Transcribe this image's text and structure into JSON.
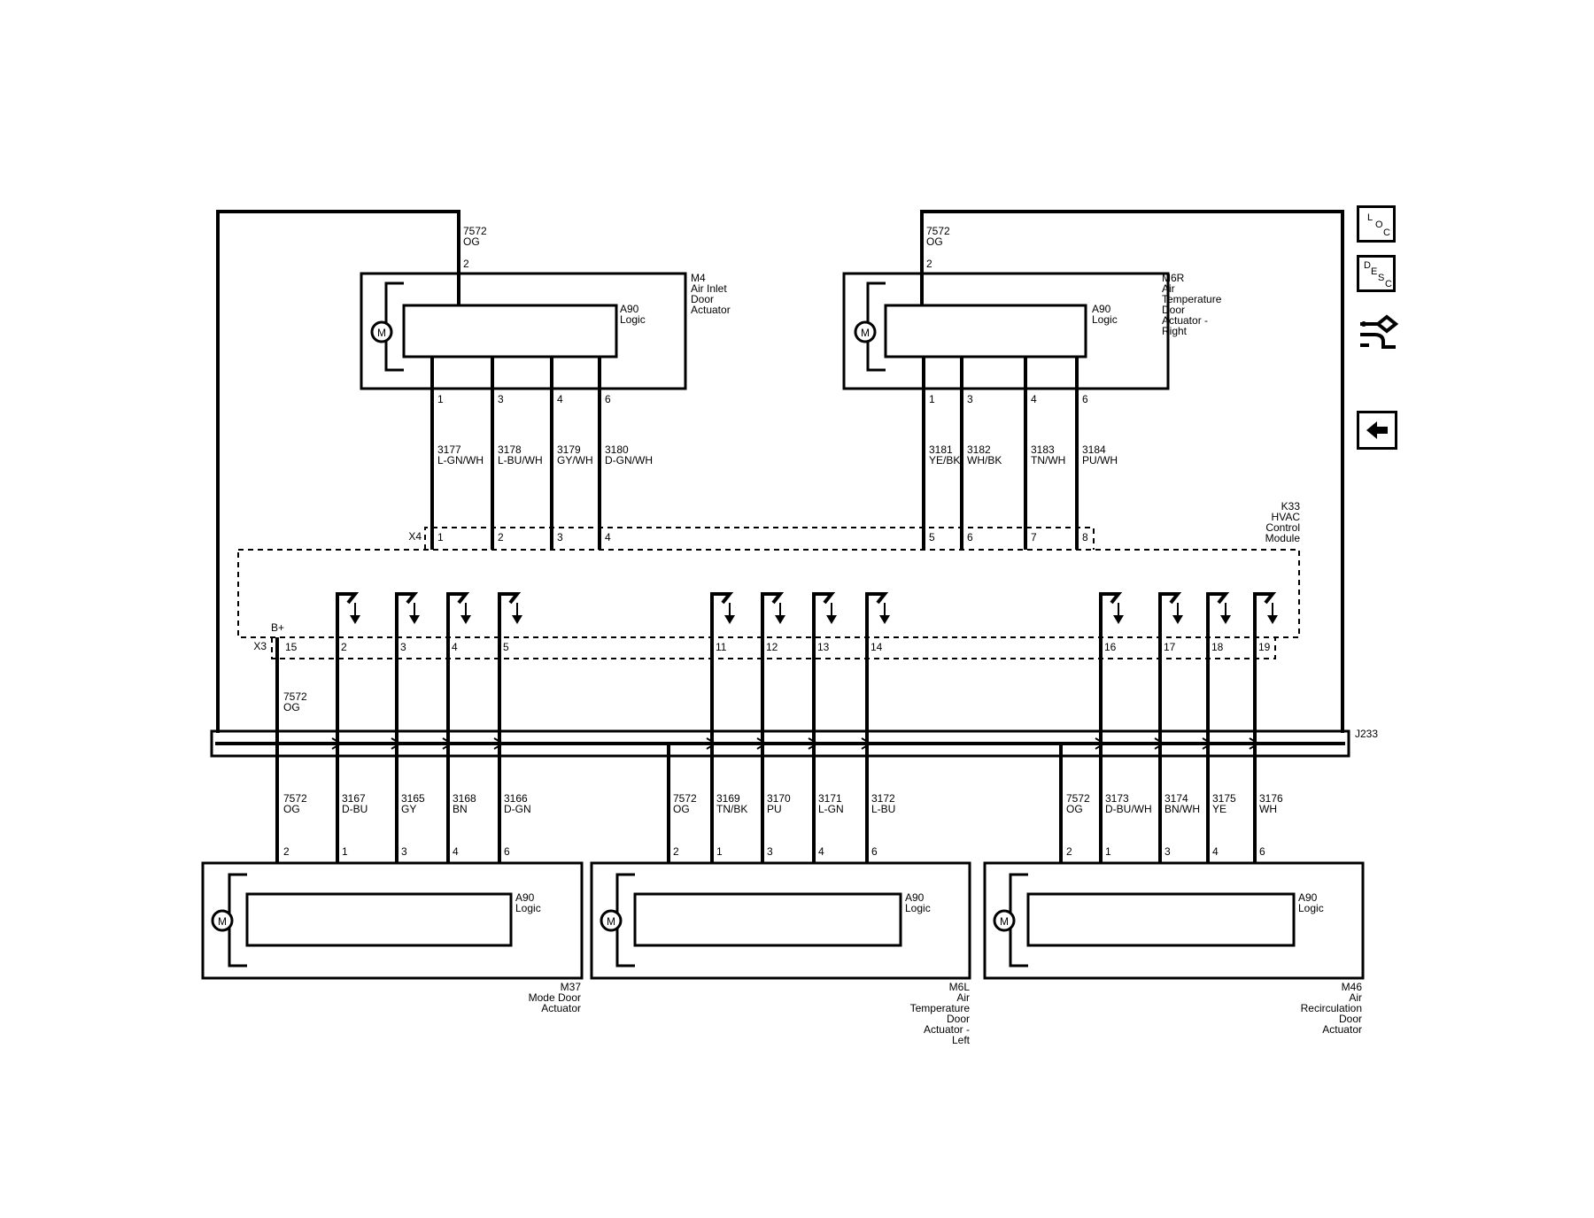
{
  "nav": {
    "loc_letters": [
      "L",
      "O",
      "C"
    ],
    "desc_letters": [
      "D",
      "E",
      "S",
      "C"
    ],
    "icons": [
      "loc-icon",
      "desc-icon",
      "harness-link-icon",
      "back-arrow-icon"
    ]
  },
  "upper_left_actuator": {
    "ref": "M4",
    "name_lines": [
      "Air Inlet",
      "Door",
      "Actuator"
    ],
    "logic_ref": "A90",
    "logic_label": "Logic",
    "motor_label": "M",
    "supply": {
      "circuit": "7572",
      "color": "OG",
      "pin": "2"
    },
    "pins": [
      "1",
      "3",
      "4",
      "6"
    ],
    "wires": [
      {
        "circuit": "3177",
        "color": "L-GN/WH"
      },
      {
        "circuit": "3178",
        "color": "L-BU/WH"
      },
      {
        "circuit": "3179",
        "color": "GY/WH"
      },
      {
        "circuit": "3180",
        "color": "D-GN/WH"
      }
    ]
  },
  "upper_right_actuator": {
    "ref": "M6R",
    "name_lines": [
      "Air",
      "Temperature",
      "Door",
      "Actuator -",
      "Right"
    ],
    "logic_ref": "A90",
    "logic_label": "Logic",
    "motor_label": "M",
    "supply": {
      "circuit": "7572",
      "color": "OG",
      "pin": "2"
    },
    "pins": [
      "1",
      "3",
      "4",
      "6"
    ],
    "wires": [
      {
        "circuit": "3181",
        "color": "YE/BK"
      },
      {
        "circuit": "3182",
        "color": "WH/BK"
      },
      {
        "circuit": "3183",
        "color": "TN/WH"
      },
      {
        "circuit": "3184",
        "color": "PU/WH"
      }
    ]
  },
  "control_module": {
    "ref": "K33",
    "name_lines": [
      "HVAC",
      "Control",
      "Module"
    ],
    "x4_label": "X4",
    "x4_pins": [
      "1",
      "2",
      "3",
      "4",
      "5",
      "6",
      "7",
      "8"
    ],
    "x3_label": "X3",
    "x3_pins": [
      "15",
      "2",
      "3",
      "4",
      "5",
      "11",
      "12",
      "13",
      "14",
      "16",
      "17",
      "18",
      "19"
    ],
    "supply_label": "B+",
    "supply_wire": {
      "circuit": "7572",
      "color": "OG"
    }
  },
  "splice": {
    "ref": "J233"
  },
  "lower_actuators": [
    {
      "ref": "M37",
      "name_lines": [
        "Mode Door",
        "Actuator"
      ],
      "logic_ref": "A90",
      "logic_label": "Logic",
      "motor_label": "M",
      "pins": [
        "2",
        "1",
        "3",
        "4",
        "6"
      ],
      "wires": [
        {
          "circuit": "7572",
          "color": "OG"
        },
        {
          "circuit": "3167",
          "color": "D-BU"
        },
        {
          "circuit": "3165",
          "color": "GY"
        },
        {
          "circuit": "3168",
          "color": "BN"
        },
        {
          "circuit": "3166",
          "color": "D-GN"
        }
      ]
    },
    {
      "ref": "M6L",
      "name_lines": [
        "Air",
        "Temperature",
        "Door",
        "Actuator -",
        "Left"
      ],
      "logic_ref": "A90",
      "logic_label": "Logic",
      "motor_label": "M",
      "pins": [
        "2",
        "1",
        "3",
        "4",
        "6"
      ],
      "wires": [
        {
          "circuit": "7572",
          "color": "OG"
        },
        {
          "circuit": "3169",
          "color": "TN/BK"
        },
        {
          "circuit": "3170",
          "color": "PU"
        },
        {
          "circuit": "3171",
          "color": "L-GN"
        },
        {
          "circuit": "3172",
          "color": "L-BU"
        }
      ]
    },
    {
      "ref": "M46",
      "name_lines": [
        "Air",
        "Recirculation",
        "Door",
        "Actuator"
      ],
      "logic_ref": "A90",
      "logic_label": "Logic",
      "motor_label": "M",
      "pins": [
        "2",
        "1",
        "3",
        "4",
        "6"
      ],
      "wires": [
        {
          "circuit": "7572",
          "color": "OG"
        },
        {
          "circuit": "3173",
          "color": "D-BU/WH"
        },
        {
          "circuit": "3174",
          "color": "BN/WH"
        },
        {
          "circuit": "3175",
          "color": "YE"
        },
        {
          "circuit": "3176",
          "color": "WH"
        }
      ]
    }
  ]
}
